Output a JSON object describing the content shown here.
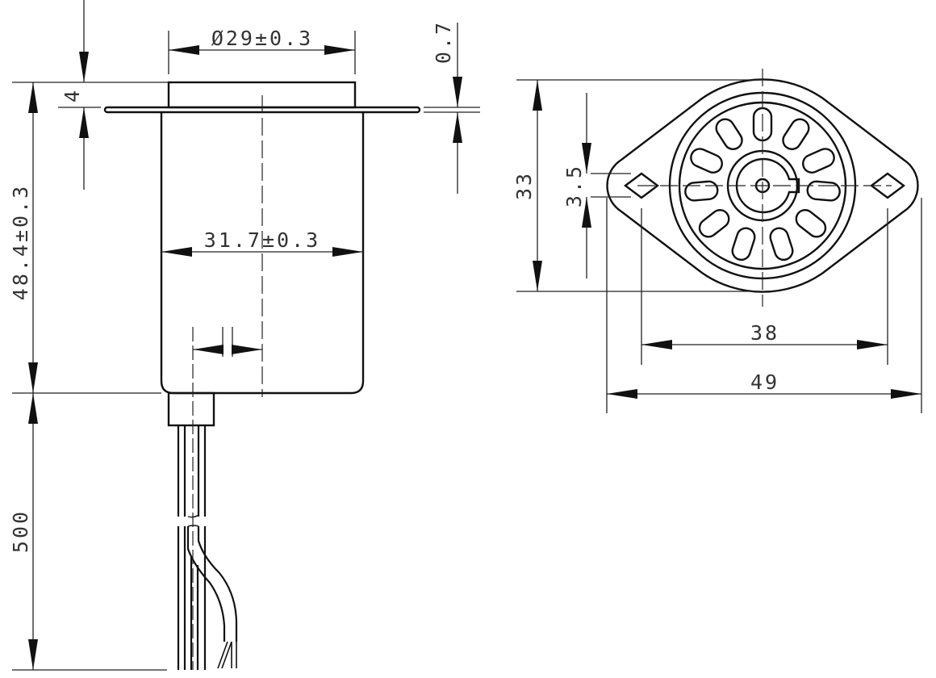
{
  "drawing": {
    "side_view": {
      "diameter_cap": "Ø29±0.3",
      "flange_offset": "4",
      "flange_thickness": "0.7",
      "body_height": "48.4±0.3",
      "body_width": "31.7±0.3",
      "lead_length": "500"
    },
    "top_view": {
      "height": "33",
      "hole_size": "3.5",
      "hole_spacing": "38",
      "overall_width": "49"
    }
  }
}
